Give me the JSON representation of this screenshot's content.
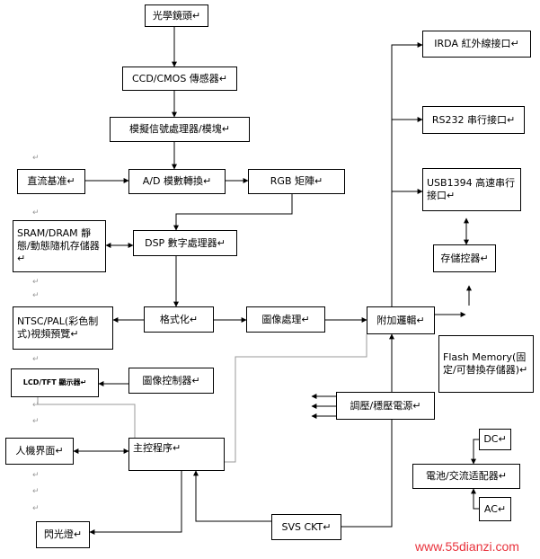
{
  "nodes": {
    "lens": "光學鏡頭↵",
    "sensor": "CCD/CMOS 傳感器↵",
    "analog": "模擬信號處理器/模塊↵",
    "dcref": "直流基准↵",
    "adc": "A/D 模數轉換↵",
    "rgb": "RGB 矩陣↵",
    "sram": "SRAM/DRAM 靜態/動態隨机存儲器↵",
    "dsp": "DSP 數字處理器↵",
    "ntsc": "NTSC/PAL(彩色制式)視頻預覽↵",
    "format": "格式化↵",
    "imgproc": "圖像處理↵",
    "addlogic": "附加邏輯↵",
    "lcd": "LCD/TFT 顯示器↵",
    "imgctrl": "圖像控制器↵",
    "power": "調壓/穩壓電源↵",
    "hmi": "人機界面↵",
    "mainprog": "主控程序↵",
    "flash": "Flash Memory(固定/可替換存儲器)↵",
    "dc": "DC↵",
    "charger": "電池/交流适配器↵",
    "ac": "AC↵",
    "flashlamp": "閃光燈↵",
    "svs": "SVS CKT↵",
    "irda": "IRDA 紅外線接口↵",
    "rs232": "RS232 串行接口↵",
    "usb": "USB1394 高速串行接口↵",
    "storage": "存儲控器↵"
  },
  "marks": {
    "return_mark": "↵"
  },
  "watermark": "www.55dianzi.com"
}
